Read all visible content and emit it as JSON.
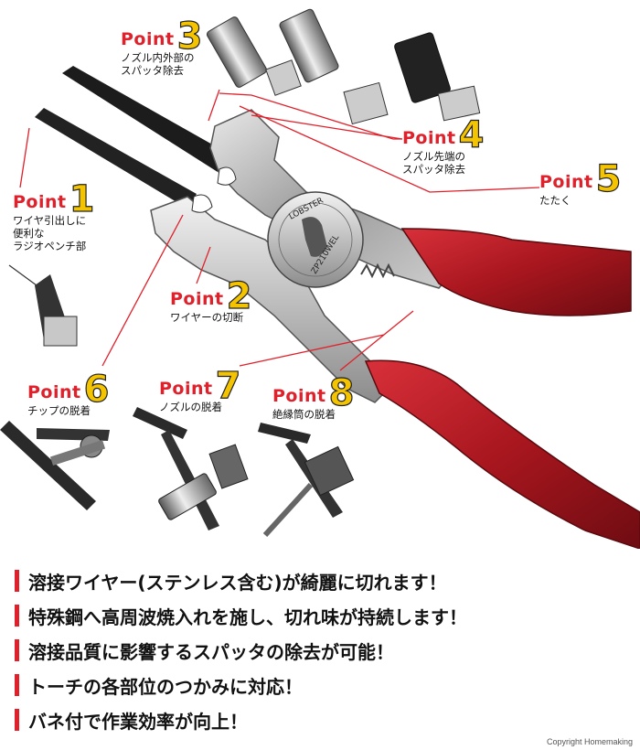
{
  "product": {
    "brand_text": "LOBSTER",
    "model_text": "ZP210WEL"
  },
  "points": [
    {
      "word": "Point",
      "number": "1",
      "desc": "ワイヤ引出しに\n便利な\nラジオペンチ部"
    },
    {
      "word": "Point",
      "number": "2",
      "desc": "ワイヤーの切断"
    },
    {
      "word": "Point",
      "number": "3",
      "desc": "ノズル内外部の\nスパッタ除去"
    },
    {
      "word": "Point",
      "number": "4",
      "desc": "ノズル先端の\nスパッタ除去"
    },
    {
      "word": "Point",
      "number": "5",
      "desc": "たたく"
    },
    {
      "word": "Point",
      "number": "6",
      "desc": "チップの脱着"
    },
    {
      "word": "Point",
      "number": "7",
      "desc": "ノズルの脱着"
    },
    {
      "word": "Point",
      "number": "8",
      "desc": "絶縁筒の脱着"
    }
  ],
  "features": [
    "溶接ワイヤー(ステンレス含む)が綺麗に切れます！",
    "特殊鋼へ高周波焼入れを施し、切れ味が持続します！",
    "溶接品質に影響するスパッタの除去が可能！",
    "トーチの各部位のつかみに対応！",
    "バネ付で作業効率が向上！"
  ],
  "colors": {
    "accent_red": "#e0202a",
    "number_yellow": "#f4c400",
    "handle_red": "#b81c24"
  },
  "copyright": "Copyright Homemaking"
}
